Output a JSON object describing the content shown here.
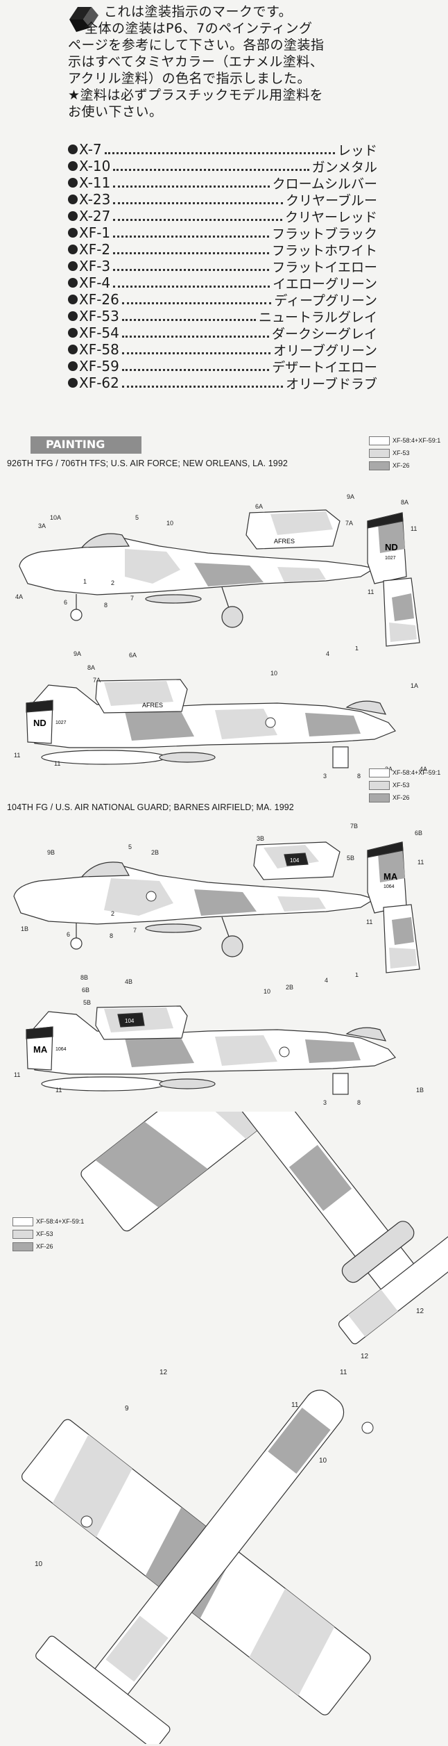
{
  "intro": {
    "lines": [
      "これは塗装指示のマークです。",
      "全体の塗装はP6、7のペインティング",
      "ページを参考にして下さい。各部の塗装指",
      "示はすべてタミヤカラー（エナメル塗料、",
      "アクリル塗料）の色名で指示しました。",
      "★塗料は必ずプラスチックモデル用塗料を",
      "お使い下さい。"
    ]
  },
  "paints": [
    {
      "code": "X-7",
      "name": "レッド"
    },
    {
      "code": "X-10",
      "name": "ガンメタル"
    },
    {
      "code": "X-11",
      "name": "クロームシルバー"
    },
    {
      "code": "X-23",
      "name": "クリヤーブルー"
    },
    {
      "code": "X-27",
      "name": "クリヤーレッド"
    },
    {
      "code": "XF-1",
      "name": "フラットブラック"
    },
    {
      "code": "XF-2",
      "name": "フラットホワイト"
    },
    {
      "code": "XF-3",
      "name": "フラットイエロー"
    },
    {
      "code": "XF-4",
      "name": "イエローグリーン"
    },
    {
      "code": "XF-26",
      "name": "ディープグリーン"
    },
    {
      "code": "XF-53",
      "name": "ニュートラルグレイ"
    },
    {
      "code": "XF-54",
      "name": "ダークシーグレイ"
    },
    {
      "code": "XF-58",
      "name": "オリーブグリーン"
    },
    {
      "code": "XF-59",
      "name": "デザートイエロー"
    },
    {
      "code": "XF-62",
      "name": "オリーブドラブ"
    }
  ],
  "painting": {
    "title": "PAINTING",
    "legend": [
      "XF-58:4+XF-59:1",
      "XF-53",
      "XF-26"
    ],
    "colors": {
      "light": "#ffffff",
      "mid": "#dcdcdc",
      "dark": "#a9a9a9",
      "line": "#333333"
    },
    "scheme1": {
      "caption": "926TH TFG / 706TH TFS; U.S. AIR FORCE; NEW ORLEANS, LA. 1992",
      "tail_code": "ND",
      "nacelle_text": "AFRES",
      "serial": "1027"
    },
    "scheme2": {
      "caption": "104TH FG / U.S. AIR NATIONAL GUARD; BARNES AIRFIELD; MA. 1992",
      "tail_code": "MA",
      "nacelle_text": "104",
      "serial": "1064"
    }
  },
  "callouts": {
    "s1_left": [
      "3A",
      "10A",
      "5",
      "10",
      "6A",
      "7A",
      "9A",
      "8A",
      "11",
      "4A",
      "6",
      "2",
      "8",
      "7",
      "1",
      "11"
    ],
    "s1_right": [
      "9A",
      "8A",
      "7A",
      "6A",
      "10",
      "4",
      "1",
      "1A",
      "11",
      "11",
      "3",
      "8",
      "2A",
      "4A"
    ],
    "s2_left": [
      "9B",
      "5",
      "2B",
      "3B",
      "7B",
      "6B",
      "5B",
      "11",
      "1B",
      "6",
      "2",
      "8",
      "7",
      "11"
    ],
    "s2_right": [
      "8B",
      "6B",
      "5B",
      "4B",
      "10",
      "2B",
      "4",
      "1",
      "11",
      "11",
      "3",
      "8",
      "1B"
    ],
    "planform": [
      "12",
      "12",
      "12",
      "11",
      "11",
      "9",
      "10",
      "10"
    ]
  }
}
